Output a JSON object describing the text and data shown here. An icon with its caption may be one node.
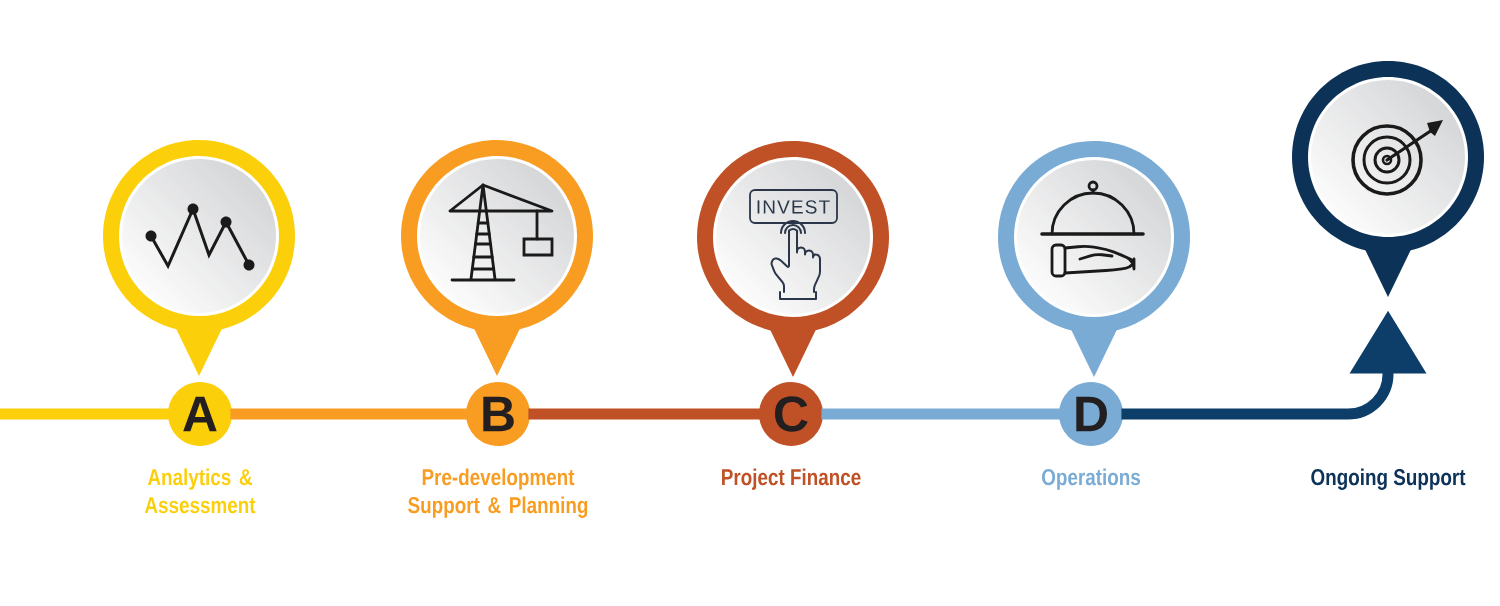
{
  "diagram": {
    "nodes": [
      {
        "text": [],
        "shape": "picture"
      },
      {
        "text": [
          "A"
        ],
        "beside": [
          "Analytics & Assessment"
        ]
      },
      {
        "text": [],
        "shape": "picture"
      },
      {
        "text": [
          "B"
        ],
        "beside": [
          "Pre-development Support & Planning"
        ]
      },
      {
        "text": [
          "INVEST"
        ]
      },
      {
        "text": [
          "C"
        ],
        "beside": [
          "Project Finance"
        ]
      },
      {
        "text": [],
        "shape": "picture"
      },
      {
        "text": [
          "D"
        ],
        "beside": [
          "Operations"
        ]
      },
      {
        "text": [],
        "shape": "picture"
      }
    ],
    "edges": [
      {
        "from": null,
        "to": 1,
        "arrow": "none",
        "color": "#fccf0b"
      },
      {
        "from": 1,
        "to": 3,
        "arrow": "none",
        "color": "#f89c22"
      },
      {
        "from": 3,
        "to": 5,
        "arrow": "none",
        "color": "#c05126"
      },
      {
        "from": 5,
        "to": 7,
        "arrow": "none",
        "color": "#7aabd4"
      },
      {
        "from": 7,
        "to": 8,
        "arrow": "to",
        "color": "#0d3e6a"
      }
    ],
    "labels": [
      "Ongoing Support"
    ]
  }
}
